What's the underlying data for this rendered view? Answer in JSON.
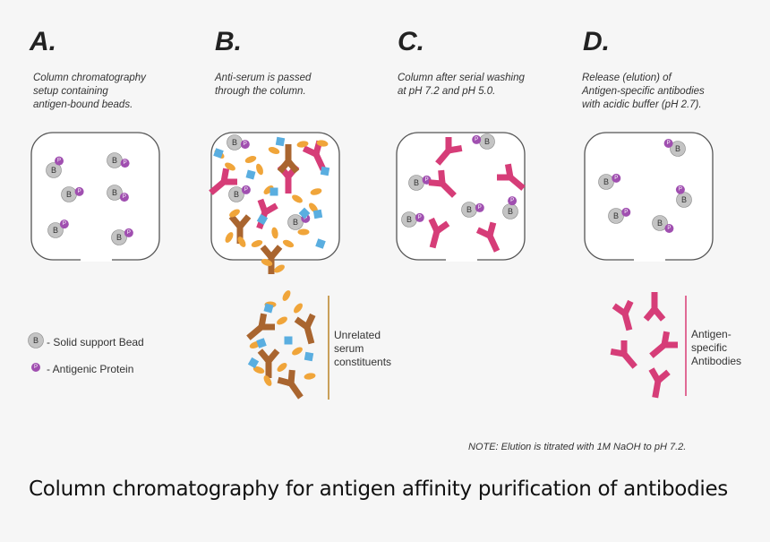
{
  "panels": [
    {
      "letter": "A.",
      "description": "Column chromatography\nsetup containing\nantigen-bound beads."
    },
    {
      "letter": "B.",
      "description": "Anti-serum is passed\nthrough the column."
    },
    {
      "letter": "C.",
      "description": "Column after serial washing\nat pH 7.2 and pH 5.0."
    },
    {
      "letter": "D.",
      "description": "Release (elution) of\nAntigen-specific antibodies\nwith acidic buffer (pH 2.7)."
    }
  ],
  "legend": {
    "bead_symbol": "B",
    "bead_label": "- Solid support Bead",
    "protein_symbol": "P",
    "protein_label": "- Antigenic Protein"
  },
  "groups": {
    "unrelated": "Unrelated\nserum\nconstituents",
    "specific": "Antigen-\nspecific\nAntibodies"
  },
  "note": "NOTE: Elution is titrated with 1M NaOH to pH 7.2.",
  "caption": "Column chromatography for antigen affinity purification of antibodies",
  "colors": {
    "bead": "#c4c4c4",
    "protein": "#a04fb0",
    "specific_antibody": "#d63d78",
    "unrelated_antibody": "#a9652f",
    "orange_particle": "#f0a53a",
    "blue_particle": "#5aaee0",
    "unrelated_divider": "#c9a05a",
    "specific_divider": "#e06a95"
  }
}
